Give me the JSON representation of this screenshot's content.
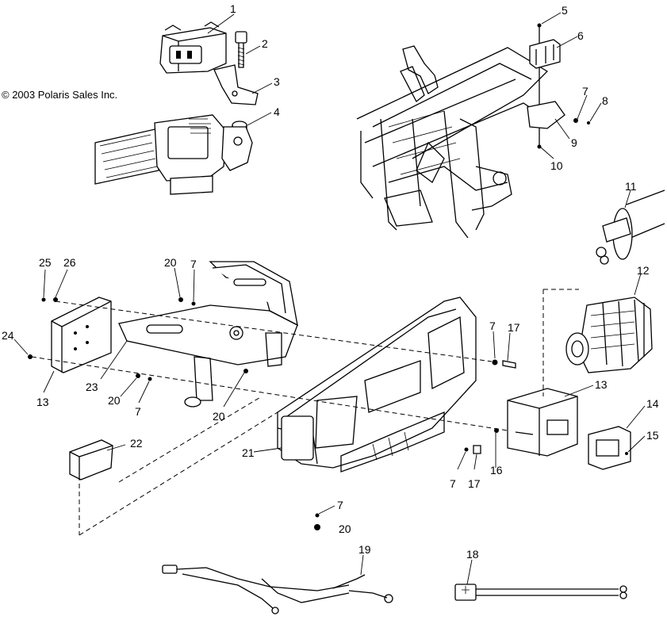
{
  "copyright": "© 2003 Polaris Sales Inc.",
  "callouts": [
    {
      "id": "c1",
      "text": "1"
    },
    {
      "id": "c2",
      "text": "2"
    },
    {
      "id": "c3",
      "text": "3"
    },
    {
      "id": "c4",
      "text": "4"
    },
    {
      "id": "c5",
      "text": "5"
    },
    {
      "id": "c6",
      "text": "6"
    },
    {
      "id": "c7a",
      "text": "7"
    },
    {
      "id": "c8",
      "text": "8"
    },
    {
      "id": "c9",
      "text": "9"
    },
    {
      "id": "c10",
      "text": "10"
    },
    {
      "id": "c11",
      "text": "11"
    },
    {
      "id": "c12",
      "text": "12"
    },
    {
      "id": "c13a",
      "text": "13"
    },
    {
      "id": "c14",
      "text": "14"
    },
    {
      "id": "c15",
      "text": "15"
    },
    {
      "id": "c16",
      "text": "16"
    },
    {
      "id": "c17a",
      "text": "17"
    },
    {
      "id": "c7b",
      "text": "7"
    },
    {
      "id": "c17b",
      "text": "17"
    },
    {
      "id": "c7c",
      "text": "7"
    },
    {
      "id": "c18",
      "text": "18"
    },
    {
      "id": "c19",
      "text": "19"
    },
    {
      "id": "c20a",
      "text": "20"
    },
    {
      "id": "c7d",
      "text": "7"
    },
    {
      "id": "c21",
      "text": "21"
    },
    {
      "id": "c22",
      "text": "22"
    },
    {
      "id": "c20b",
      "text": "20"
    },
    {
      "id": "c7e",
      "text": "7"
    },
    {
      "id": "c20c",
      "text": "20"
    },
    {
      "id": "c7f",
      "text": "7"
    },
    {
      "id": "c20d",
      "text": "20"
    },
    {
      "id": "c23",
      "text": "23"
    },
    {
      "id": "c25",
      "text": "25"
    },
    {
      "id": "c26",
      "text": "26"
    },
    {
      "id": "c24",
      "text": "24"
    },
    {
      "id": "c13b",
      "text": "13"
    }
  ]
}
